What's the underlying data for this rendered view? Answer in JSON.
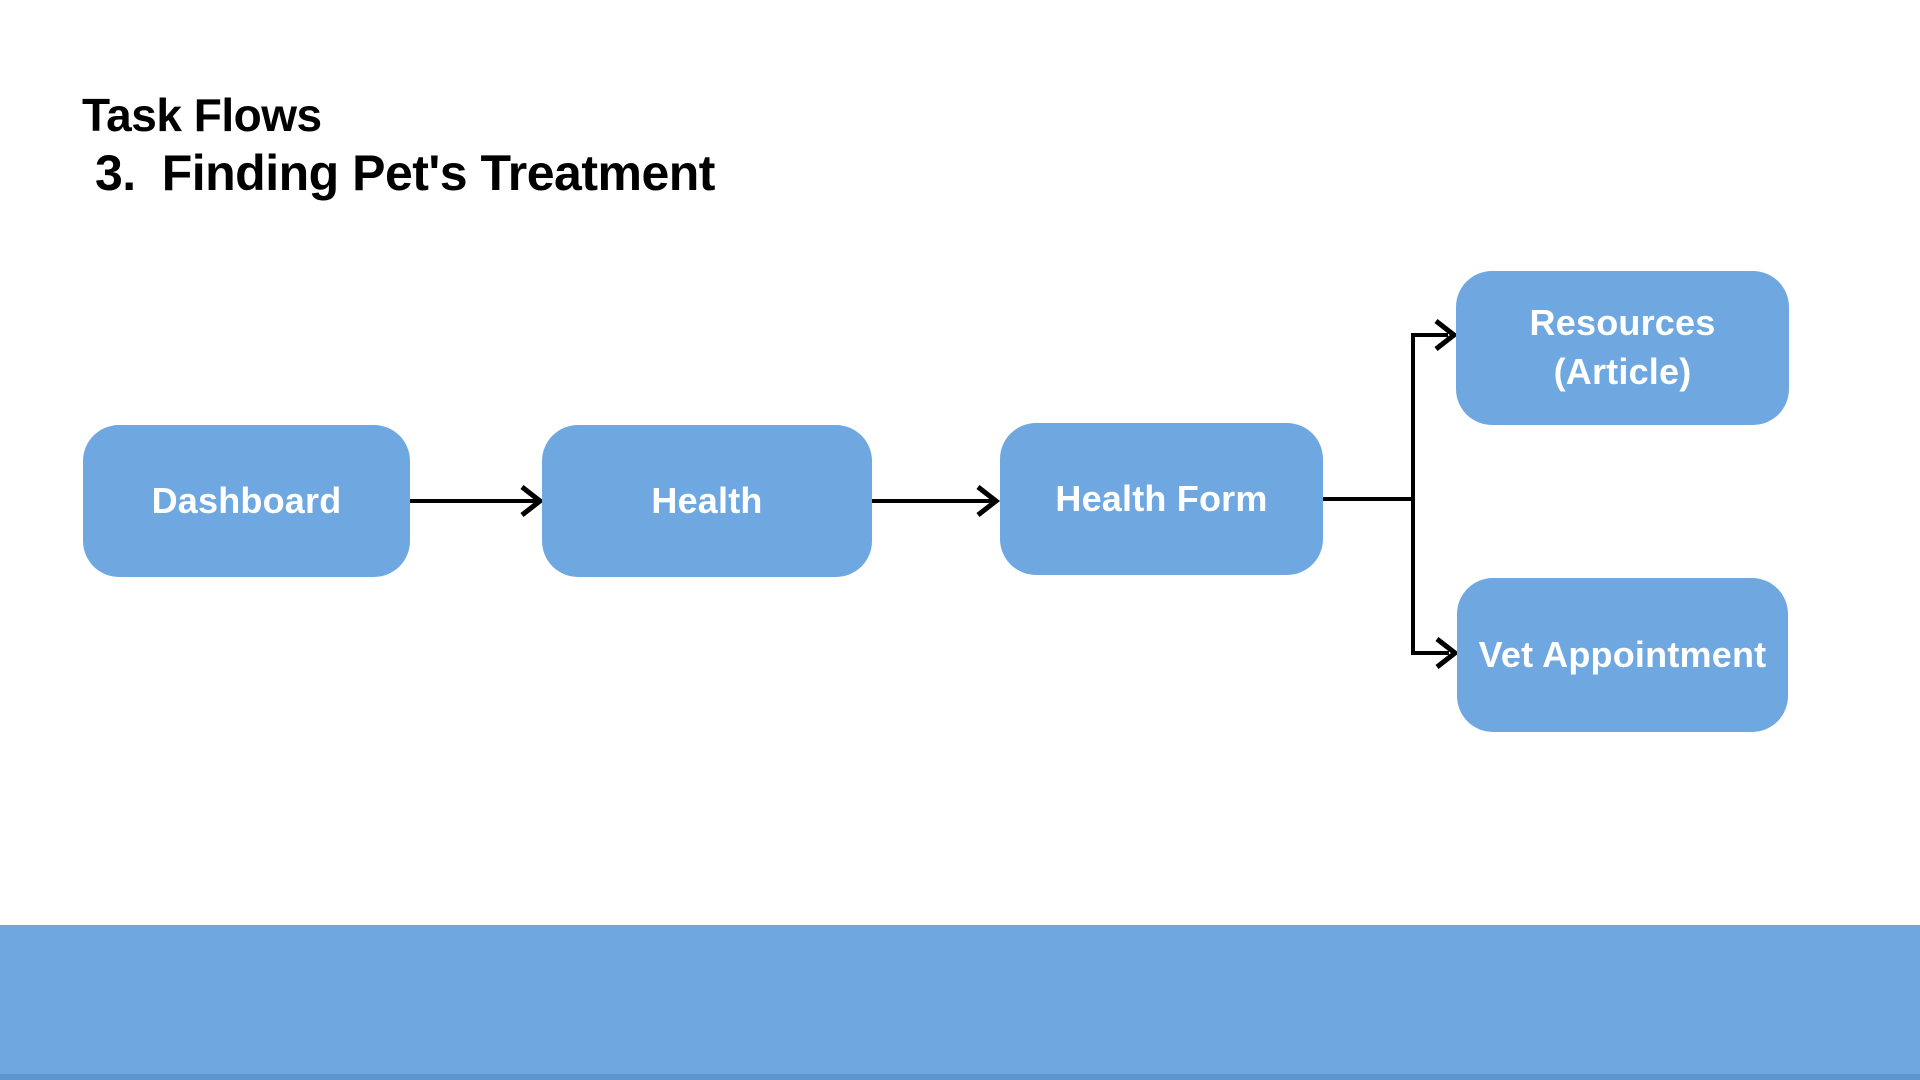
{
  "header": {
    "title": "Task Flows",
    "subtitle_number": "3.",
    "subtitle_text": "Finding Pet's Treatment"
  },
  "diagram": {
    "nodes": {
      "dashboard": {
        "label": "Dashboard"
      },
      "health": {
        "label": "Health"
      },
      "health_form": {
        "label": "Health Form"
      },
      "resources": {
        "line1": "Resources",
        "line2": "(Article)"
      },
      "vet_appointment": {
        "label": "Vet Appointment"
      }
    },
    "edges": [
      {
        "from": "Dashboard",
        "to": "Health"
      },
      {
        "from": "Health",
        "to": "Health Form"
      },
      {
        "from": "Health Form",
        "to": "Resources (Article)"
      },
      {
        "from": "Health Form",
        "to": "Vet Appointment"
      }
    ]
  },
  "colors": {
    "background": "#FFFFFF",
    "heading_text": "#000000",
    "node_fill": "#6FA8E1",
    "node_text": "#FFFFFF",
    "connector_color": "#000000",
    "footer_bar": "#6FA8E1",
    "footer_bottom_edge": "#5E96CF"
  }
}
